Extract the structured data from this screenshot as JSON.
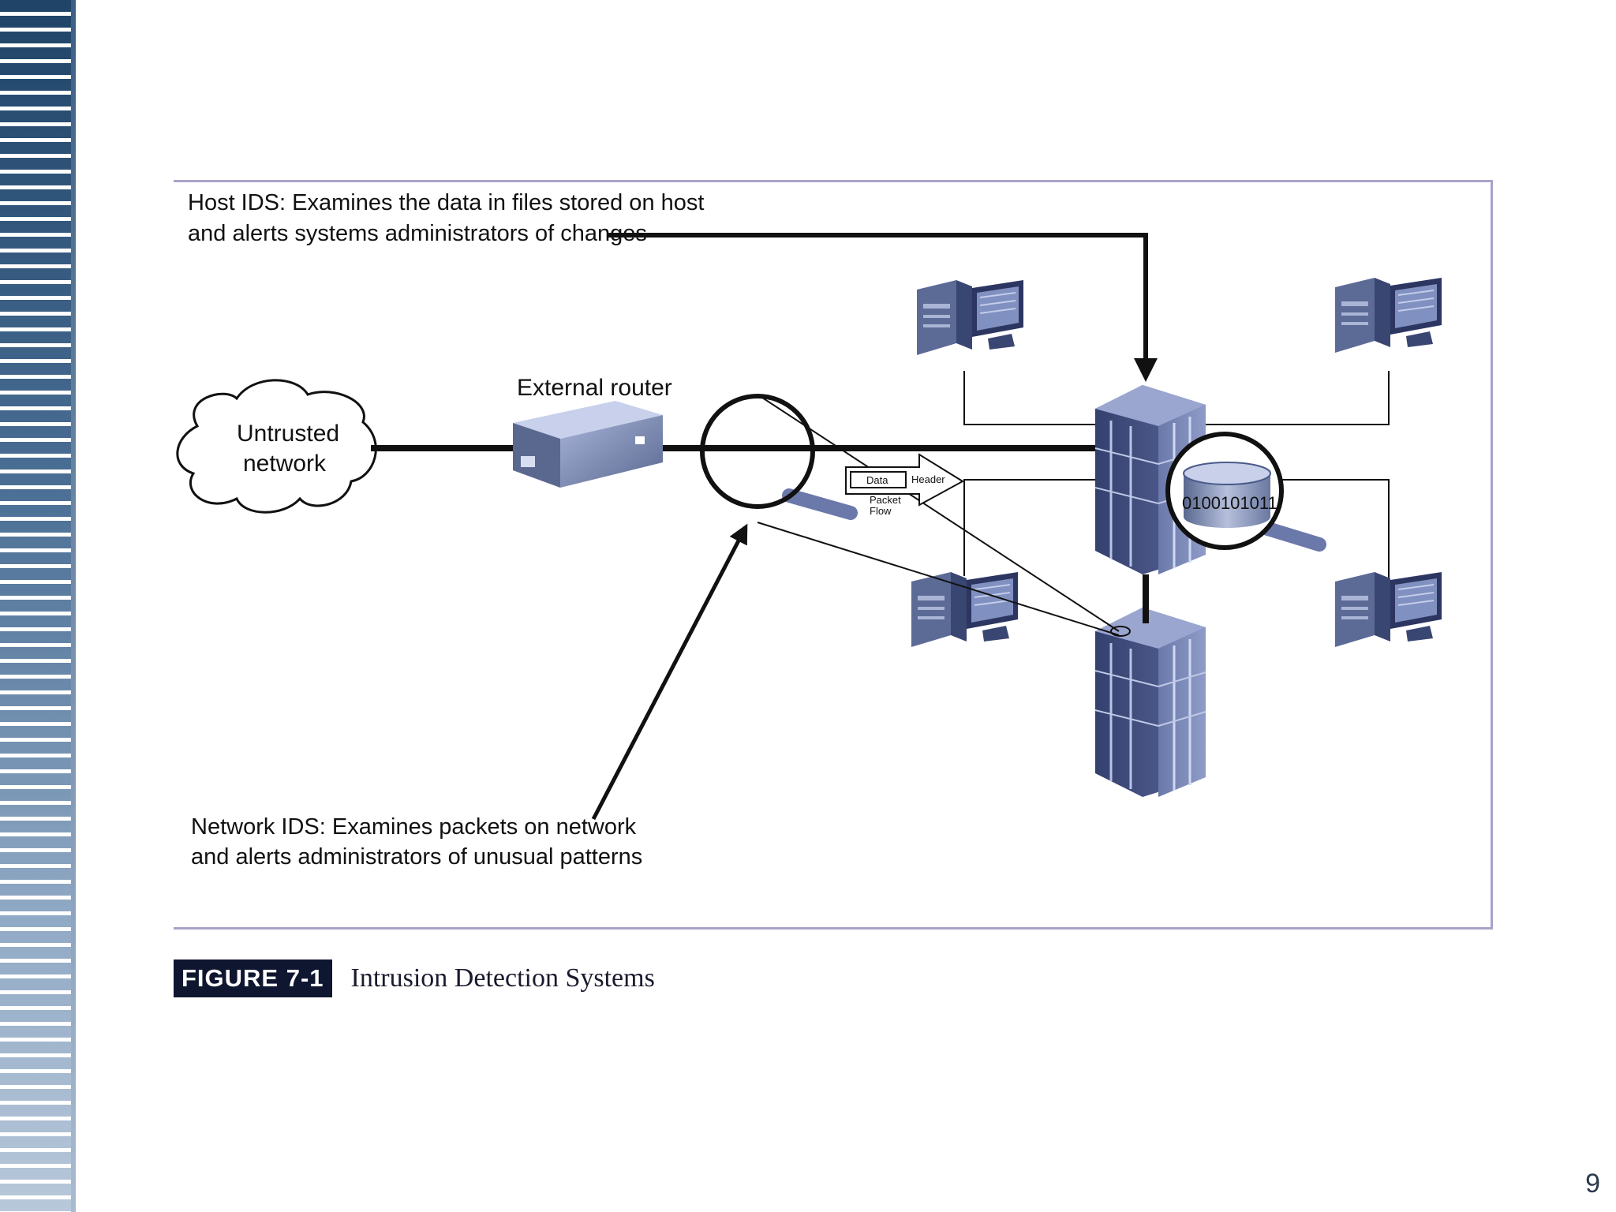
{
  "labels": {
    "host_ids_line1": "Host IDS: Examines the data in files stored on host",
    "host_ids_line2": "and alerts systems administrators of changes",
    "untrusted_line1": "Untrusted",
    "untrusted_line2": "network",
    "external_router": "External router",
    "packet_data": "Data",
    "packet_header": "Header",
    "packet_flow_line1": "Packet",
    "packet_flow_line2": "Flow",
    "binary": "0100101011",
    "network_ids_line1": "Network IDS: Examines packets on network",
    "network_ids_line2": "and alerts administrators of unusual patterns"
  },
  "caption": {
    "figure_number": "FIGURE 7-1",
    "title": "Intrusion Detection Systems"
  },
  "page_number": "9",
  "colors": {
    "frame": "#a8a4c8",
    "device": "#4a5a8a",
    "caption_bg": "#0f1630"
  }
}
